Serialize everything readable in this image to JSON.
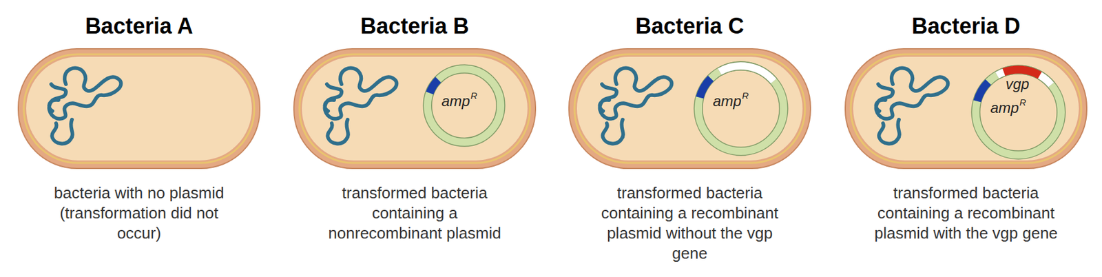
{
  "diagram": {
    "nodes": [
      {
        "text": [
          "Bacteria A",
          "bacteria with no plasmid (transformation did not occur)"
        ]
      },
      {
        "text": [
          "Bacteria B",
          "transformed bacteria containing a nonrecombinant plasmid"
        ]
      },
      {
        "text": [
          "Bacteria C",
          "transformed bacteria containing a recombinant plasmid without the vgp gene"
        ]
      },
      {
        "text": [
          "Bacteria D",
          "transformed bacteria containing a recombinant plasmid with the vgp gene"
        ]
      }
    ],
    "labels": [
      "amp",
      "R",
      "amp",
      "R",
      "vgp",
      "amp",
      "R"
    ]
  }
}
